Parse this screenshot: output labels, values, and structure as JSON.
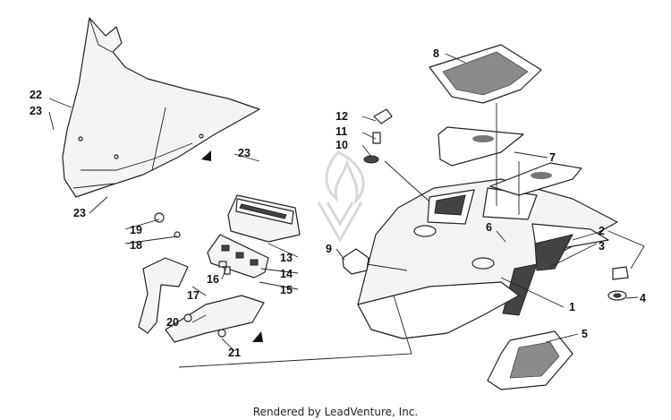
{
  "diagram": {
    "footer": "Rendered by LeadVenture, Inc.",
    "callouts": [
      "1",
      "2",
      "3",
      "4",
      "5",
      "6",
      "7",
      "8",
      "9",
      "10",
      "11",
      "12",
      "13",
      "14",
      "15",
      "16",
      "17",
      "18",
      "19",
      "20",
      "21",
      "22",
      "23",
      "23",
      "23"
    ]
  }
}
